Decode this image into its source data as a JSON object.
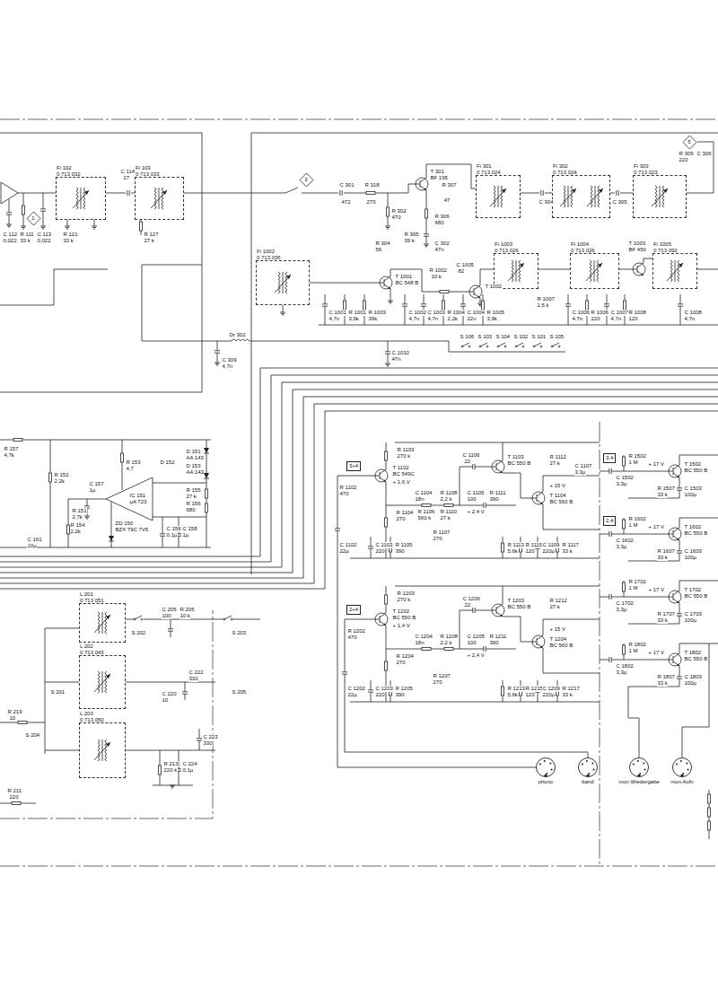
{
  "diagram": {
    "nodes": [
      {
        "text": [
          "5"
        ]
      },
      {
        "text": [
          "Fi 102",
          "0 713 032"
        ]
      },
      {
        "text": [
          "Fi 103",
          "0 713 033"
        ]
      },
      {
        "text": [
          "Fi 301",
          "0 713 024"
        ]
      },
      {
        "text": [
          "Fi 302",
          "0 713 024"
        ]
      },
      {
        "text": [
          "Fi 303",
          "0 713 023"
        ]
      },
      {
        "text": [
          "3"
        ]
      },
      {
        "text": [
          "1"
        ]
      },
      {
        "text": [
          "Fi 1003",
          "0 713 026"
        ]
      },
      {
        "text": [
          "Fi 1004",
          "0 713 026"
        ]
      },
      {
        "text": [
          "Fi 1005",
          "0 713 092"
        ]
      },
      {
        "text": [
          "Fi 1002",
          "0 713 036"
        ]
      },
      {
        "text": [
          "3+4"
        ]
      },
      {
        "text": [
          "3,4"
        ]
      },
      {
        "text": [
          "2,4"
        ]
      },
      {
        "text": [
          "L 201",
          "0 713 051"
        ]
      },
      {
        "text": [
          "2+4"
        ]
      },
      {
        "text": [
          "L 202",
          "0 713 043"
        ]
      },
      {
        "text": [
          "L 203",
          "0 713 050"
        ]
      },
      {
        "text": [
          "phono"
        ]
      },
      {
        "text": [
          "band"
        ]
      },
      {
        "text": [
          "mon Wiedergabe"
        ]
      },
      {
        "text": [
          "mon Aufn"
        ]
      }
    ],
    "labels": [
      "C 112",
      "0,022",
      "R 111",
      "33 k",
      "C 113",
      "0,022",
      "R 121",
      "33 k",
      "C 114",
      "27",
      "R 127",
      "27 k",
      "C 301",
      "472",
      "R 318",
      "270",
      "T 301",
      "BF 195",
      "R 307",
      "47",
      "R 302",
      "470",
      "R 306",
      "680",
      "R 305",
      "39 k",
      "C 302",
      "47n",
      "R 304",
      "56",
      "C 304",
      "C 305",
      "R 309",
      "220",
      "C 306",
      "T 1001",
      "BC 548 B",
      "R 1002",
      "10 k",
      "C 1005",
      "82",
      "T 1002",
      "T 1003",
      "BF 450",
      "R 1007",
      "1,5 k",
      "C 1001",
      "4,7n",
      "R 1001",
      "3,9k",
      "R 1003",
      "39k",
      "C 1002",
      "4,7n",
      "C 1003",
      "4,7n",
      "R 1004",
      "2,2k",
      "C 1004",
      "22n",
      "R 1005",
      "3,9k",
      "C 1006",
      "4,7n",
      "R 1006",
      "220",
      "C 1007",
      "4,7n",
      "R 1008",
      "120",
      "C 1008",
      "4,7n",
      "S 106",
      "S 103",
      "S 104",
      "S 102",
      "S 101",
      "S 105",
      "Dr 302",
      "C 309",
      "4,7n",
      "C 1010",
      "47n",
      "R 157",
      "4,7k",
      "R 152",
      "2,2k",
      "R 151",
      "2,7k",
      "C 157",
      "1µ",
      "R 153",
      "4,7",
      "D 152",
      "D 151",
      "AA 143",
      "D 153",
      "AA 143",
      "R 155",
      "27 k",
      "R 156",
      "680",
      "IC 151",
      "µA 723",
      "R 154",
      "2,2k",
      "ZD 150",
      "BZX 79C 7V5",
      "C 156",
      "0,1µ",
      "C 158",
      "1µ",
      "C 161",
      "10µ",
      "R 1103",
      "270 k",
      "T 1102",
      "BC 549C",
      "+ 1,6 V",
      "R 1102",
      "470",
      "R 1104",
      "270",
      "C 1104",
      "18n",
      "R 1106",
      "560 k",
      "R 1108",
      "2,2 k",
      "R 1110",
      "27 k",
      "C 1106",
      "22",
      "C 1105",
      "100",
      "R 1111",
      "390",
      "T 1103",
      "BC 550 B",
      "+ 2,4 V",
      "T 1104",
      "BC 560 B",
      "R 1112",
      "27 k",
      "C 1107",
      "3,3µ",
      "+ 15 V",
      "R 1107",
      "270",
      "C 1102",
      "22µ",
      "C 1103",
      "220",
      "R 1105",
      "390",
      "R 1113",
      "5,6k",
      "R 1115",
      "120",
      "C 1109",
      "220µ",
      "R 1117",
      "33 k",
      "R 1203",
      "270 k",
      "T 1202",
      "BC 550 B",
      "+ 1,4 V",
      "R 1202",
      "470",
      "R 1204",
      "270",
      "C 1204",
      "18n",
      "R 1208",
      "2,2 k",
      "C 1206",
      "22",
      "C 1205",
      "100",
      "R 1211",
      "390",
      "T 1203",
      "BC 550 B",
      "+ 2,4 V",
      "T 1204",
      "BC 560 B",
      "R 1212",
      "27 k",
      "+ 15 V",
      "R 1207",
      "270",
      "C 1202",
      "22µ",
      "C 1203",
      "220",
      "R 1205",
      "390",
      "R 1213",
      "5,6k",
      "R 1215",
      "120",
      "C 1209",
      "220µ",
      "R 1217",
      "33 k",
      "R 1502",
      "1 M",
      "C 1502",
      "3,3µ",
      "T 1502",
      "BC 550 B",
      "+ 17 V",
      "R 1507",
      "33 k",
      "C 1503",
      "100µ",
      "R 1602",
      "1 M",
      "C 1602",
      "3,3µ",
      "T 1602",
      "BC 550 B",
      "+ 17 V",
      "R 1607",
      "33 k",
      "C 1603",
      "100µ",
      "R 1702",
      "1 M",
      "C 1702",
      "3,3µ",
      "T 1702",
      "BC 550 B",
      "+ 17 V",
      "R 1707",
      "33 k",
      "C 1703",
      "100µ",
      "R 1802",
      "1 M",
      "C 1802",
      "3,3µ",
      "T 1802",
      "BC 550 B",
      "+ 17 V",
      "R 1807",
      "33 k",
      "C 1803",
      "100µ",
      "C 205",
      "100",
      "R 205",
      "10 k",
      "S 202",
      "S 203",
      "C 222",
      "330",
      "C 220",
      "10",
      "R 219",
      "10",
      "S 201",
      "S 204",
      "R 211",
      "220",
      "C 223",
      "330",
      "R 213",
      "220 k",
      "C 224",
      "0,1µ",
      "S 205"
    ]
  }
}
